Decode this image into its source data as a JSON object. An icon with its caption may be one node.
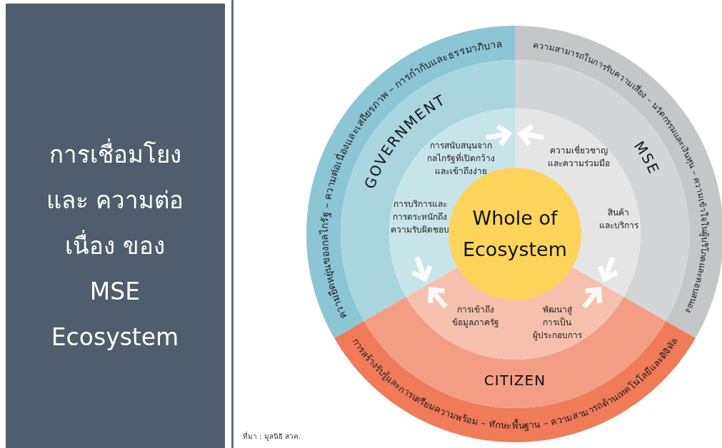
{
  "diagram": {
    "title": "การเชื่อมโยง และ ความต่อเนื่อง ของ MSE Ecosystem",
    "nodes": [
      {
        "text": [
          "GOVERNMENT",
          "ความยืดหยุ่นของกลไกรัฐ – ความต่อเนื่องและเสถียรภาพ – การกำกับและธรรมาภิบาล",
          "การสนับสนุนจาก กลไกรัฐที่เปิดกว้าง และเข้าถึงง่าย",
          "การบริการและ การตระหนักถึง ความรับผิดชอบ"
        ]
      },
      {
        "text": [
          "MSE",
          "ความสามารถในการรับความเสี่ยง – นวัตกรรมและเงินทุน – ความเข้าใจในผู้บริโภคและตอบสนอง",
          "ความเชี่ยวชาญ และความร่วมมือ",
          "สินค้า และบริการ"
        ]
      },
      {
        "text": [
          "CITIZEN",
          "การสร้างรับรู้และการเตรียมความพร้อม – ทักษะพื้นฐาน – ความสามารถด้านเทคโนโลยีและดิจิทัล",
          "การเข้าถึง ข้อมูลภาครัฐ",
          "พัฒนาสู่ การเป็น ผู้ประกอบการ"
        ]
      },
      {
        "text": [
          "Whole of Ecosystem"
        ]
      }
    ],
    "labels": [
      "ที่มา : มูลนิธิ สวค."
    ]
  }
}
